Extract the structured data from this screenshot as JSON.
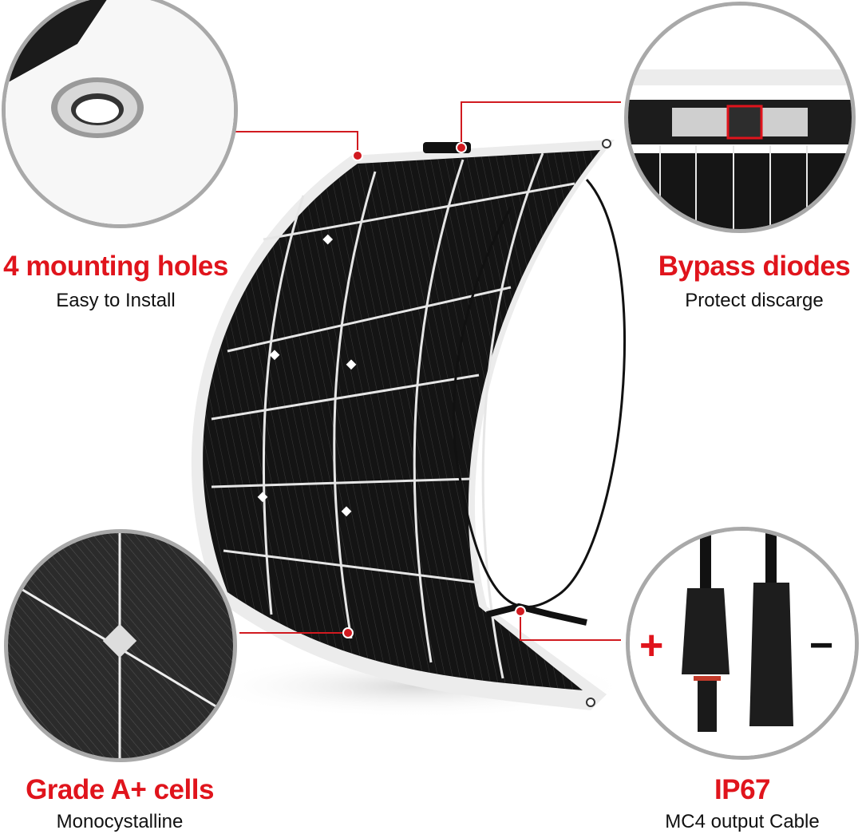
{
  "features": {
    "top_left": {
      "title": "4 mounting holes",
      "subtitle": "Easy to Install"
    },
    "top_right": {
      "title": "Bypass diodes",
      "subtitle": "Protect discarge"
    },
    "bottom_left": {
      "title": "Grade A+ cells",
      "subtitle": "Monocystalline"
    },
    "bottom_right": {
      "title": "IP67",
      "subtitle": "MC4 output Cable"
    }
  },
  "polarity": {
    "positive": "+",
    "negative": "−"
  },
  "colors": {
    "accent": "#e0141c",
    "ring": "#a9a9a9",
    "panel": "#1a1a1a"
  }
}
